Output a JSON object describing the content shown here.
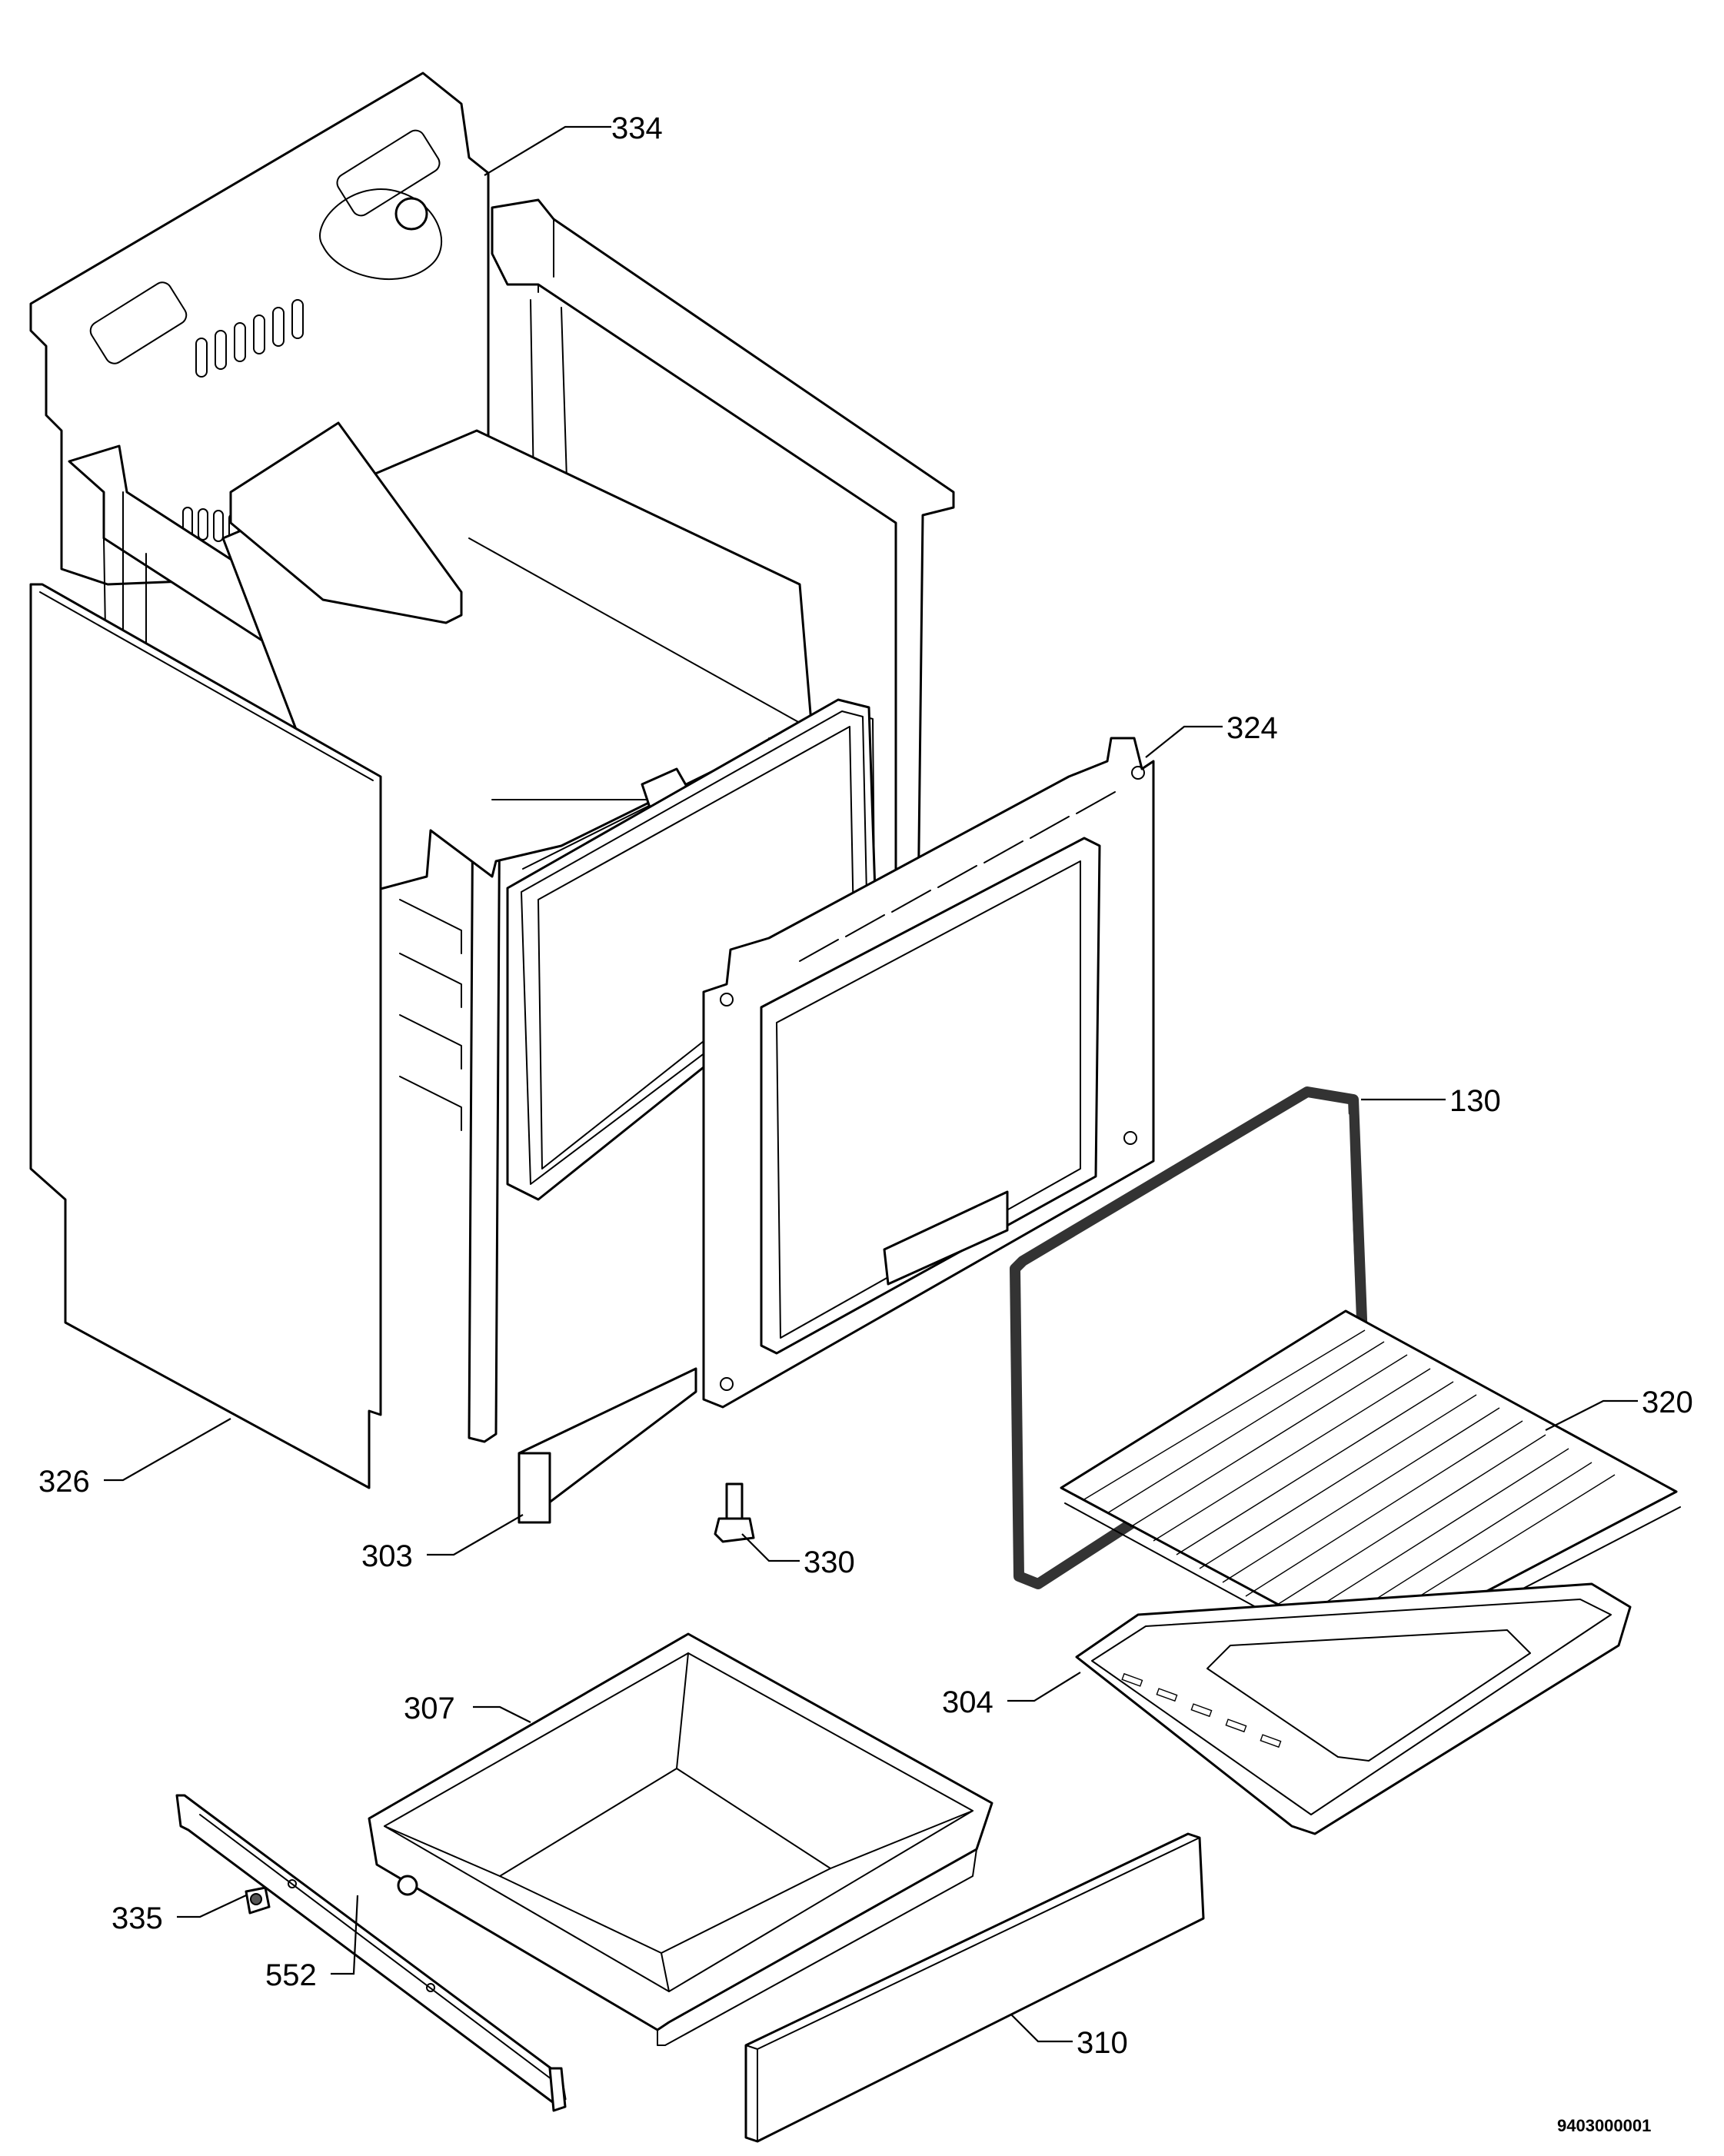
{
  "diagram": {
    "document_number": "9403000001",
    "callouts": [
      {
        "id": "334",
        "label": "334"
      },
      {
        "id": "324",
        "label": "324"
      },
      {
        "id": "130",
        "label": "130"
      },
      {
        "id": "320",
        "label": "320"
      },
      {
        "id": "326",
        "label": "326"
      },
      {
        "id": "303",
        "label": "303"
      },
      {
        "id": "330",
        "label": "330"
      },
      {
        "id": "307",
        "label": "307"
      },
      {
        "id": "304",
        "label": "304"
      },
      {
        "id": "335",
        "label": "335"
      },
      {
        "id": "552",
        "label": "552"
      },
      {
        "id": "310",
        "label": "310"
      }
    ]
  }
}
